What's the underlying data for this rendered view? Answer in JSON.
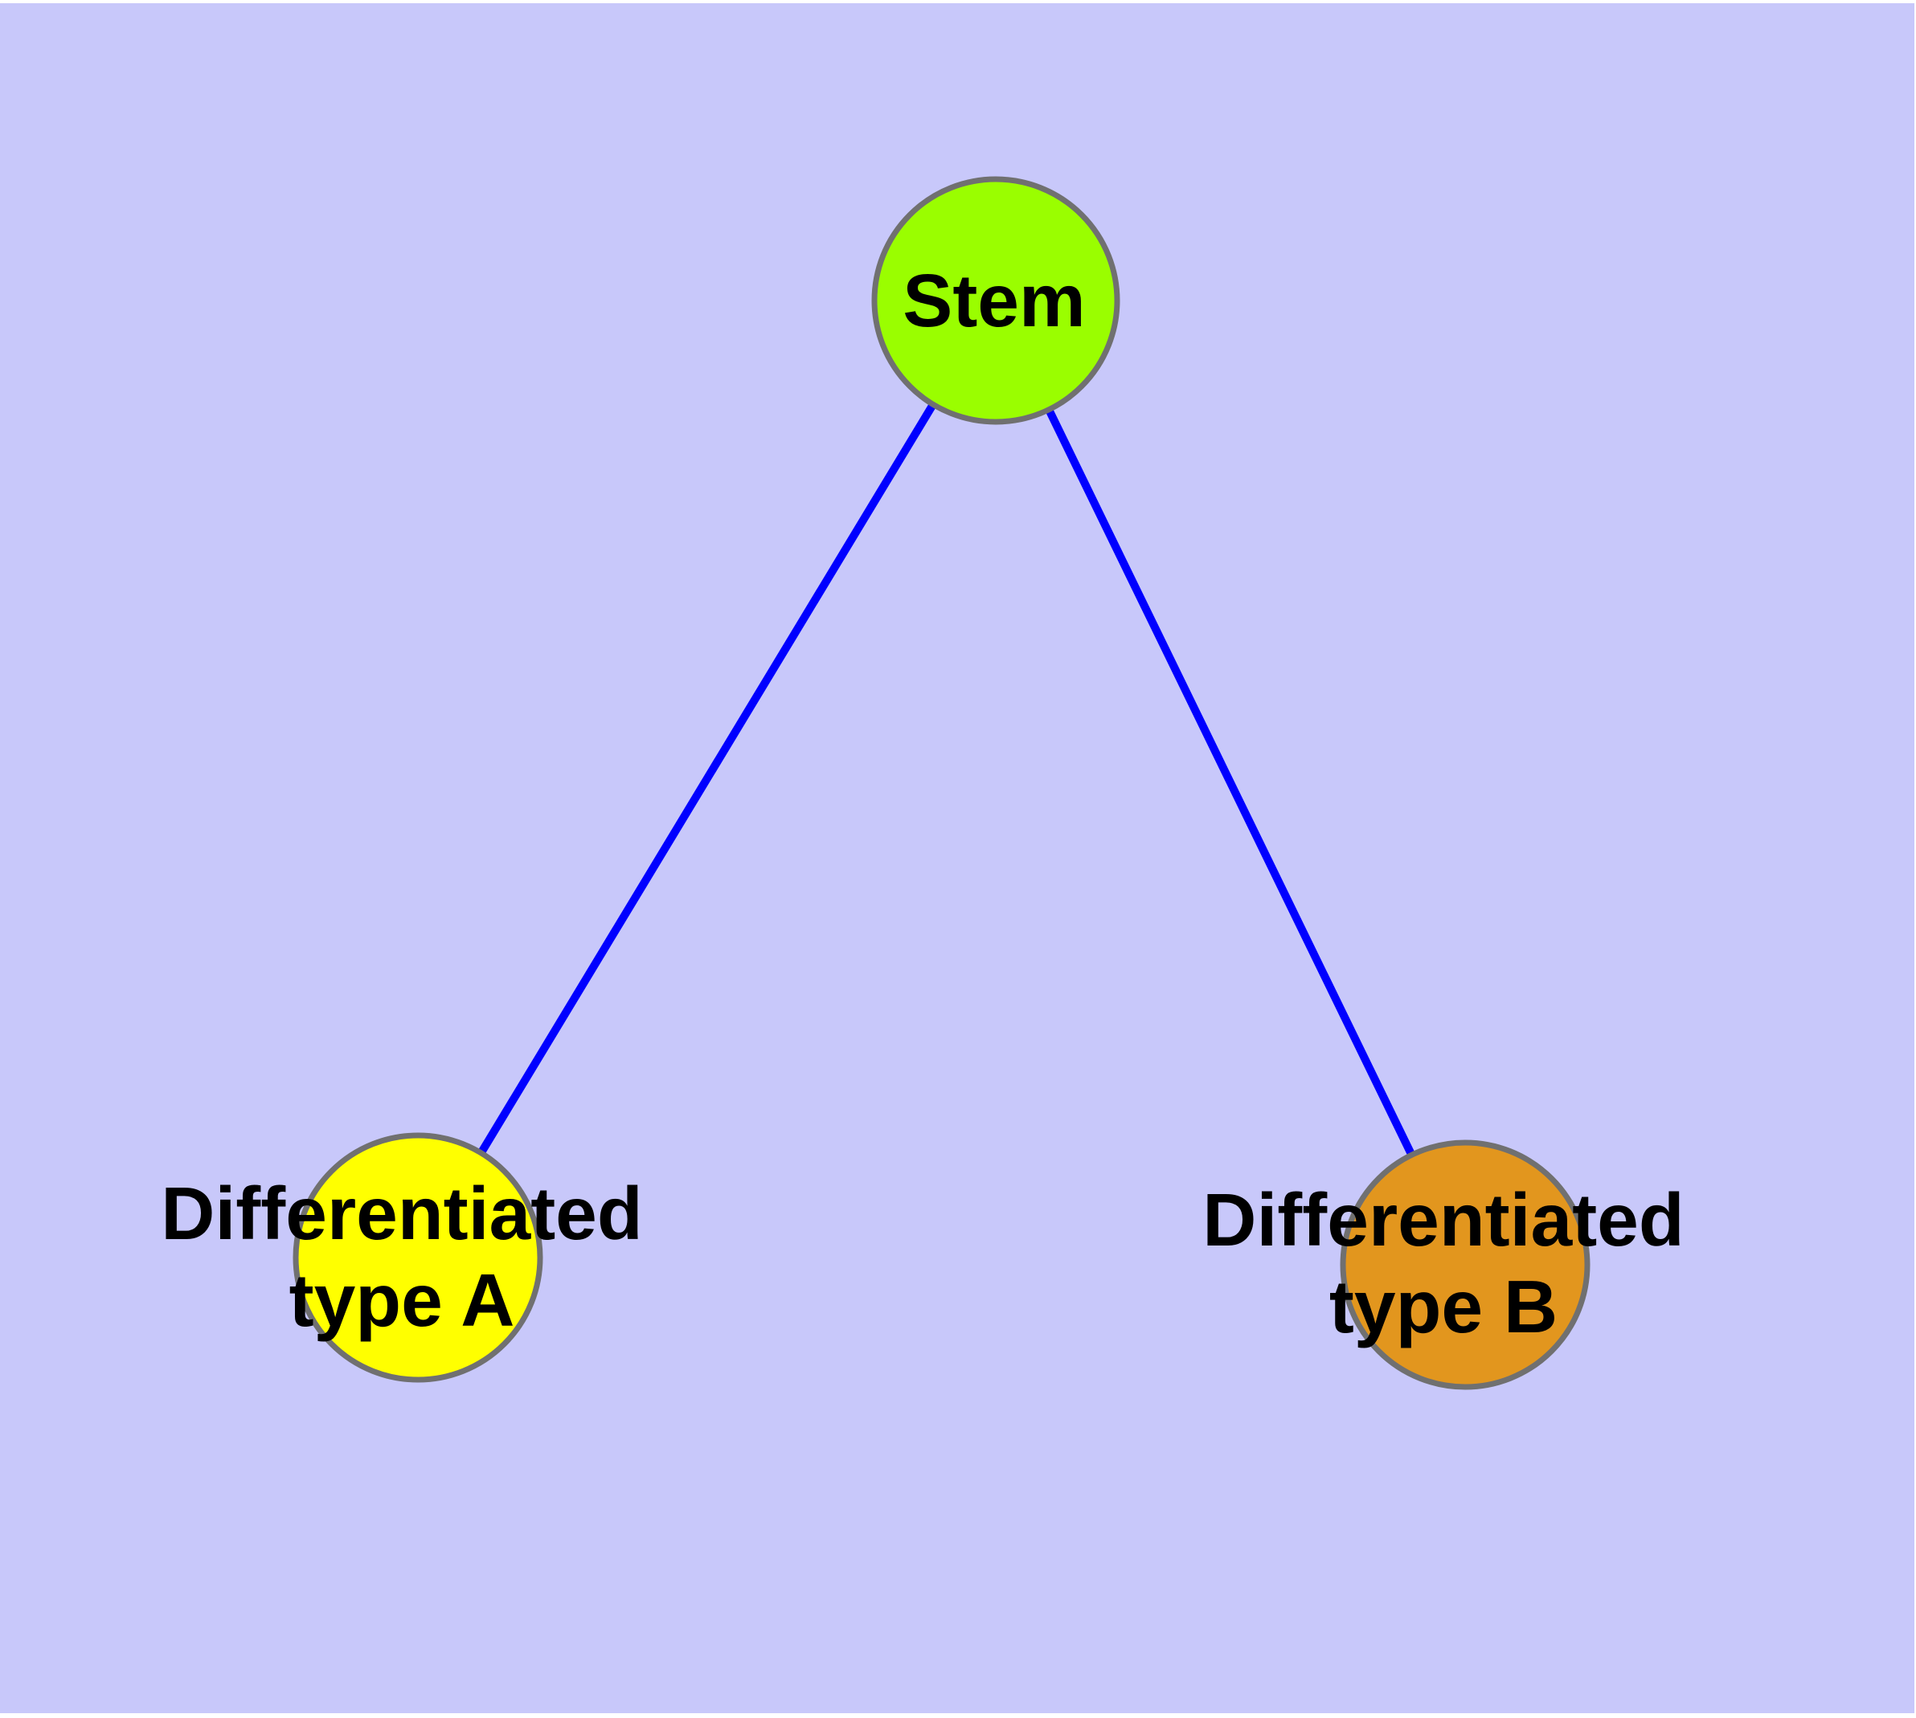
{
  "diagram": {
    "panel_color": "#c8c8fa",
    "edge_color": "#0000ff",
    "node_border_color": "#707070",
    "label_color": "#000000",
    "nodes": {
      "stem": {
        "label": "Stem",
        "fill": "#9afe00"
      },
      "type_a": {
        "label_line1": "Differentiated",
        "label_line2": "type A",
        "fill": "#ffff00"
      },
      "type_b": {
        "label_line1": "Differentiated",
        "label_line2": "type B",
        "fill": "#e2961e"
      }
    },
    "edges": [
      {
        "from": "Stem",
        "to": "Differentiated type A"
      },
      {
        "from": "Stem",
        "to": "Differentiated type B"
      }
    ]
  }
}
